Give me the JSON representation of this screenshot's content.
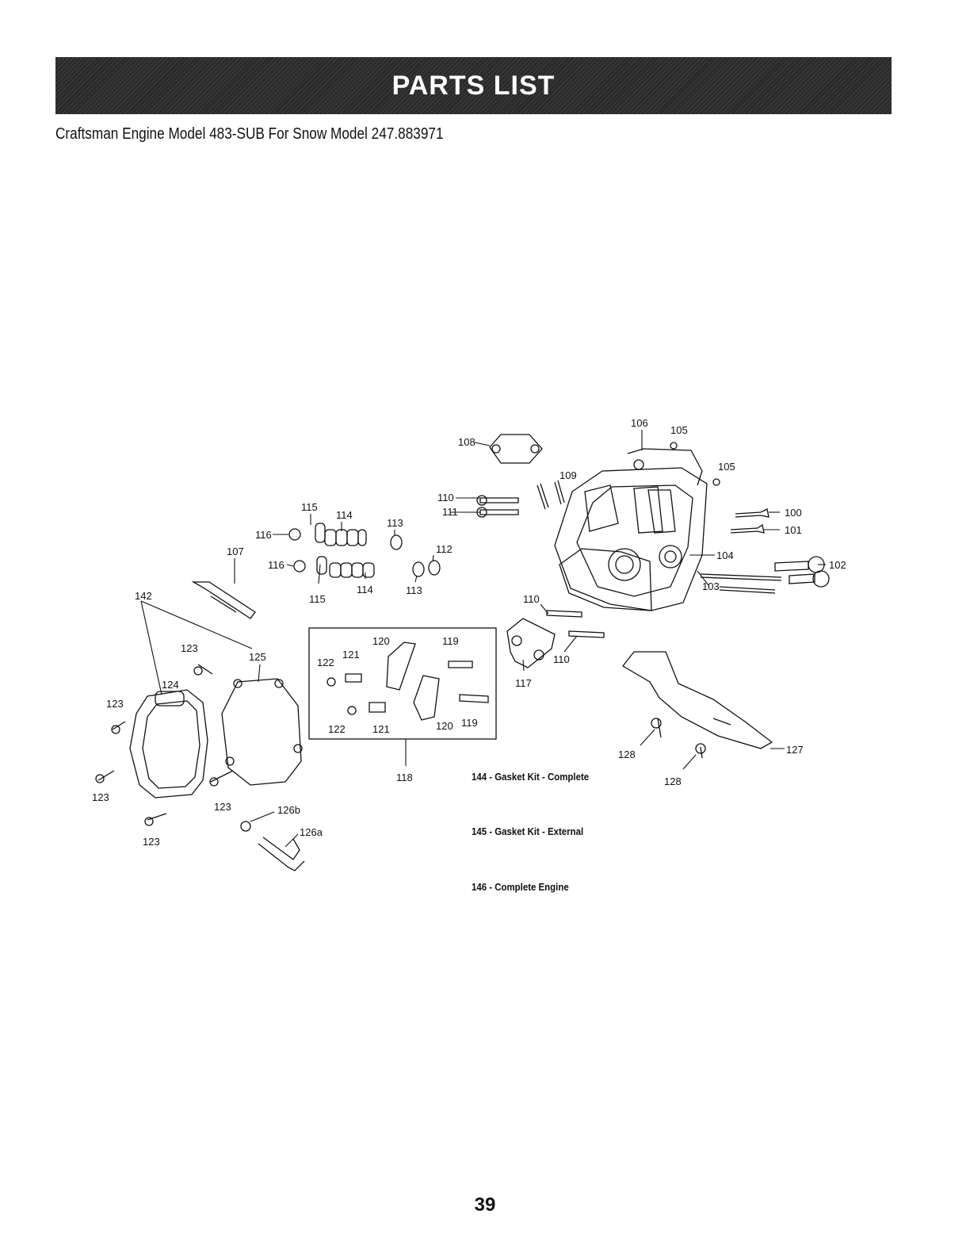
{
  "header": {
    "title": "PARTS LIST"
  },
  "subtitle": "Craftsman Engine Model 483-SUB For Snow Model 247.883971",
  "callouts": [
    "100",
    "101",
    "102",
    "103",
    "104",
    "105",
    "105",
    "106",
    "107",
    "108",
    "109",
    "110",
    "110",
    "110",
    "111",
    "112",
    "113",
    "113",
    "114",
    "114",
    "115",
    "115",
    "116",
    "116",
    "117",
    "118",
    "119",
    "119",
    "120",
    "120",
    "121",
    "121",
    "122",
    "122",
    "123",
    "123",
    "123",
    "123",
    "123",
    "124",
    "125",
    "126a",
    "126b",
    "127",
    "128",
    "128",
    "142"
  ],
  "legend": [
    {
      "text": "144 - Gasket Kit - Complete"
    },
    {
      "text": "145 - Gasket Kit - External"
    },
    {
      "text": "146 - Complete Engine"
    }
  ],
  "page_number": "39"
}
